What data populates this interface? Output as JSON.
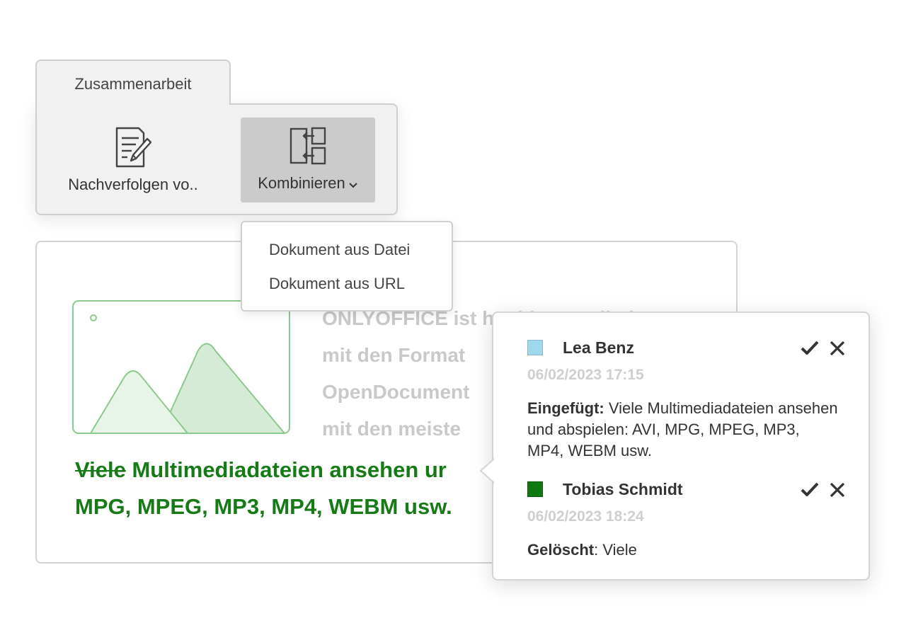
{
  "toolbar": {
    "tab_label": "Zusammenarbeit",
    "track_label": "Nachverfolgen vo..",
    "combine_label": "Kombinieren",
    "track_icon": "document-edit-icon",
    "combine_icon": "combine-documents-icon"
  },
  "dropdown": {
    "items": [
      "Dokument aus Datei",
      "Dokument aus URL"
    ]
  },
  "document": {
    "faded_lines": [
      "ONLYOFFICE ist hochkompatibel",
      "mit den Format",
      "OpenDocument",
      "mit den meiste"
    ],
    "deleted_word": "Viele",
    "inserted_line1": " Multimediadateien ansehen ur",
    "inserted_line2": "MPG, MPEG, MP3, MP4, WEBM usw.",
    "inserted_color": "#167a16"
  },
  "review": {
    "changes": [
      {
        "author": "Lea Benz",
        "date": "06/02/2023 17:15",
        "type_label": "Eingefügt:",
        "text": " Viele Multimediadateien ansehen und abspielen: AVI, MPG, MPEG, MP3, MP4, WEBM usw.",
        "color": "#9ed8ec"
      },
      {
        "author": "Tobias Schmidt",
        "date": "06/02/2023 18:24",
        "type_label": "Gelöscht",
        "text": ": Viele",
        "color": "#0f7a0f"
      }
    ]
  }
}
